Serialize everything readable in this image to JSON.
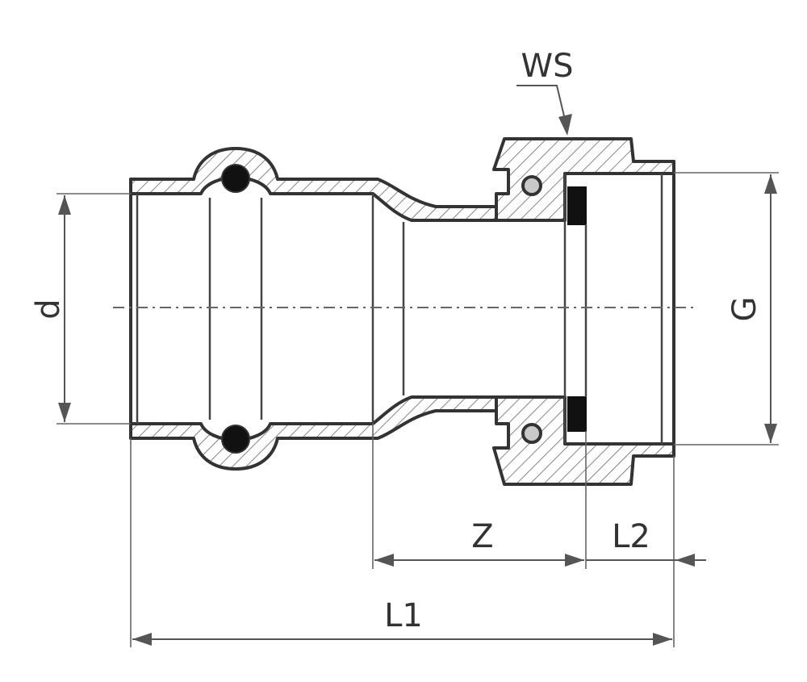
{
  "diagram": {
    "labels": {
      "d": "d",
      "g": "G",
      "ws": "WS",
      "z": "Z",
      "l1": "L1",
      "l2": "L2"
    },
    "colors": {
      "line": "#333333",
      "seal": "#111111",
      "background": "#ffffff"
    }
  }
}
